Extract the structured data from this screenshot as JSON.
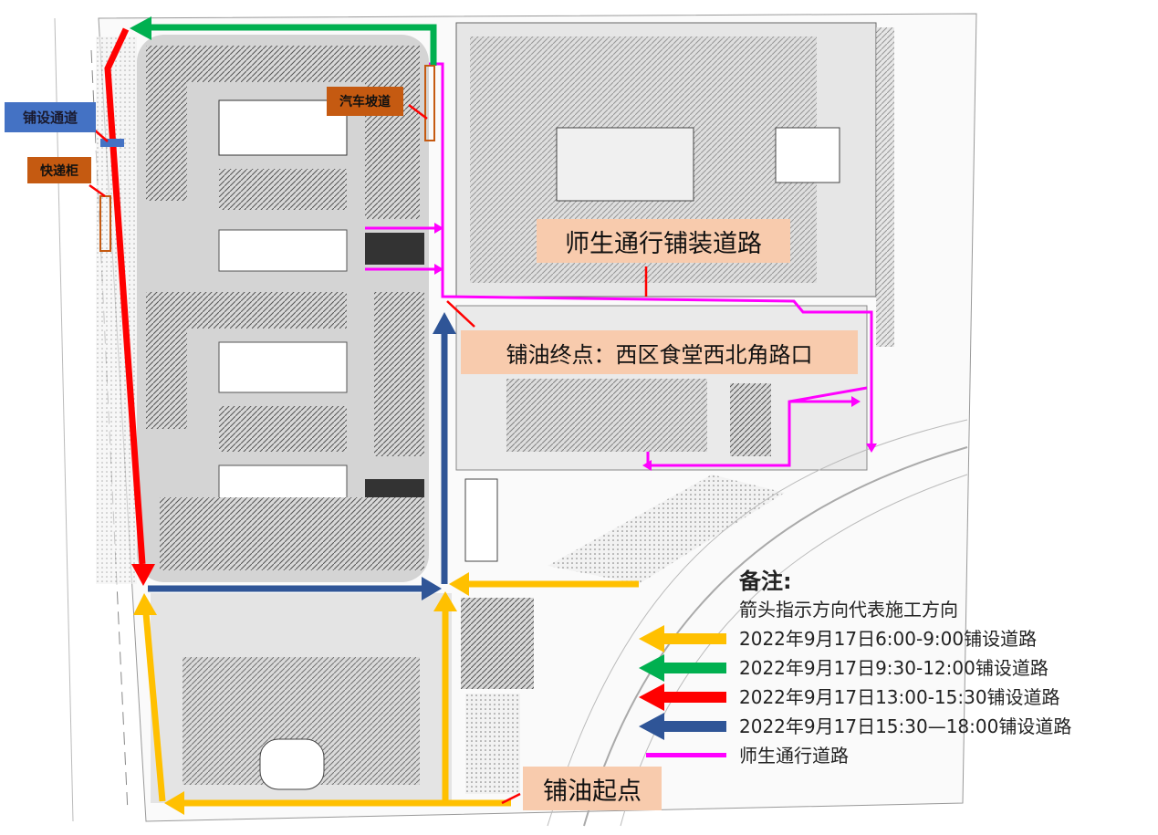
{
  "labels": {
    "paving_channel": "铺设通道",
    "parcel_locker": "快递柜",
    "car_ramp": "汽车坡道",
    "pedestrian_paved_road": "师生通行铺装道路",
    "end_point": "铺油终点：西区食堂西北角路口",
    "start_point": "铺油起点"
  },
  "legend": {
    "title": "备注:",
    "note": "箭头指示方向代表施工方向",
    "items": [
      {
        "label": "2022年9月17日6:00-9:00铺设道路",
        "color": "#ffc000"
      },
      {
        "label": "2022年9月17日9:30-12:00铺设道路",
        "color": "#00b050"
      },
      {
        "label": "2022年9月17日13:00-15:30铺设道路",
        "color": "#ff0000"
      },
      {
        "label": "2022年9月17日15:30—18:00铺设道路",
        "color": "#2f5597"
      },
      {
        "label": "师生通行道路",
        "color": "#ff00ff"
      }
    ]
  }
}
